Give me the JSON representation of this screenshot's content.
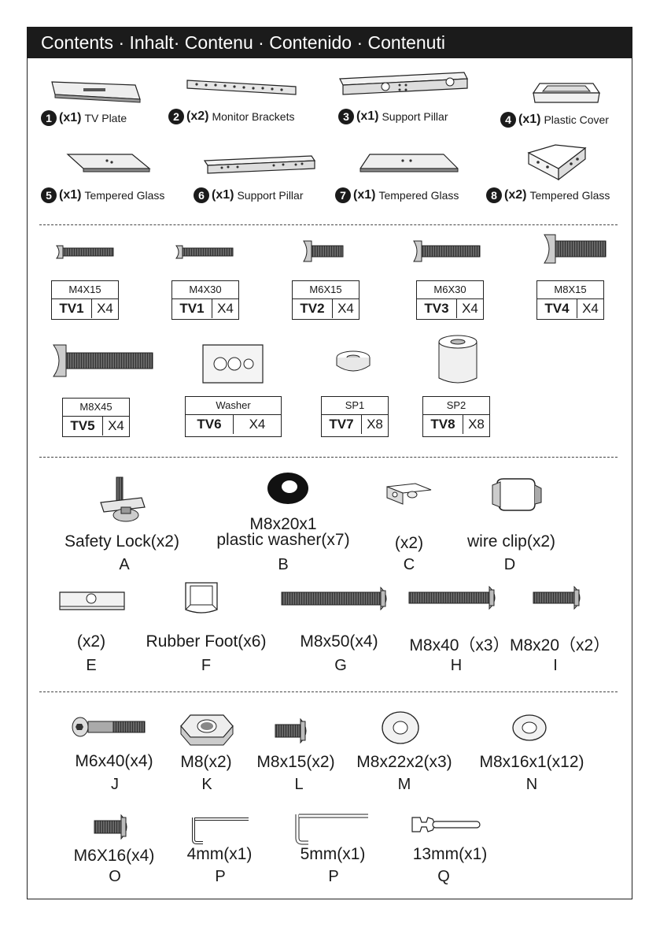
{
  "header": {
    "title": "Contents · Inhalt· Contenu · Contenido · Contenuti"
  },
  "parts": [
    {
      "num": "1",
      "qty": "(x1)",
      "name": "TV Plate",
      "icon": "tv-plate-icon"
    },
    {
      "num": "2",
      "qty": "(x2)",
      "name": "Monitor Brackets",
      "icon": "monitor-bracket-icon"
    },
    {
      "num": "3",
      "qty": "(x1)",
      "name": "Support Pillar",
      "icon": "support-pillar-icon"
    },
    {
      "num": "4",
      "qty": "(x1)",
      "name": "Plastic Cover",
      "icon": "plastic-cover-icon"
    },
    {
      "num": "5",
      "qty": "(x1)",
      "name": "Tempered Glass",
      "icon": "tempered-glass-icon"
    },
    {
      "num": "6",
      "qty": "(x1)",
      "name": "Support Pillar",
      "icon": "support-pillar-icon"
    },
    {
      "num": "7",
      "qty": "(x1)",
      "name": "Tempered Glass",
      "icon": "tempered-glass-icon"
    },
    {
      "num": "8",
      "qty": "(x2)",
      "name": "Tempered Glass",
      "icon": "corner-bracket-icon"
    }
  ],
  "tv_hardware": [
    {
      "spec": "M4X15",
      "code": "TV1",
      "count": "X4"
    },
    {
      "spec": "M4X30",
      "code": "TV1",
      "count": "X4"
    },
    {
      "spec": "M6X15",
      "code": "TV2",
      "count": "X4"
    },
    {
      "spec": "M6X30",
      "code": "TV3",
      "count": "X4"
    },
    {
      "spec": "M8X15",
      "code": "TV4",
      "count": "X4"
    },
    {
      "spec": "M8X45",
      "code": "TV5",
      "count": "X4"
    },
    {
      "spec": "Washer",
      "code": "TV6",
      "count": "X4"
    },
    {
      "spec": "SP1",
      "code": "TV7",
      "count": "X8"
    },
    {
      "spec": "SP2",
      "code": "TV8",
      "count": "X8"
    }
  ],
  "hardware_a": [
    {
      "label": "Safety Lock(x2)",
      "letter": "A",
      "icon": "safety-lock-icon"
    },
    {
      "label_top": "M8x20x1",
      "label": "plastic washer(x7)",
      "letter": "B",
      "icon": "plastic-washer-icon"
    },
    {
      "label": "(x2)",
      "letter": "C",
      "icon": "clamp-icon"
    },
    {
      "label": "wire clip(x2)",
      "letter": "D",
      "icon": "wire-clip-icon"
    }
  ],
  "hardware_e": [
    {
      "label": "(x2)",
      "letter": "E",
      "icon": "plate-icon"
    },
    {
      "label": "Rubber Foot(x6)",
      "letter": "F",
      "icon": "rubber-foot-icon"
    },
    {
      "label": "M8x50(x4)",
      "letter": "G",
      "icon": "bolt-icon"
    },
    {
      "label": "M8x40（x3）",
      "letter": "H",
      "icon": "bolt-icon"
    },
    {
      "label": "M8x20（x2）",
      "letter": "I",
      "icon": "bolt-icon"
    }
  ],
  "hardware_j": [
    {
      "label": "M6x40(x4)",
      "letter": "J",
      "icon": "hex-bolt-icon"
    },
    {
      "label": "M8(x2)",
      "letter": "K",
      "icon": "hex-nut-icon"
    },
    {
      "label": "M8x15(x2)",
      "letter": "L",
      "icon": "bolt-icon"
    },
    {
      "label": "M8x22x2(x3)",
      "letter": "M",
      "icon": "washer-icon"
    },
    {
      "label": "M8x16x1(x12)",
      "letter": "N",
      "icon": "washer-icon"
    }
  ],
  "tools": [
    {
      "label": "M6X16(x4)",
      "letter": "O",
      "icon": "bolt-icon"
    },
    {
      "label": "4mm(x1)",
      "letter": "P",
      "icon": "allen-key-icon"
    },
    {
      "label": "5mm(x1)",
      "letter": "P",
      "icon": "allen-key-icon"
    },
    {
      "label": "13mm(x1)",
      "letter": "Q",
      "icon": "wrench-icon"
    }
  ]
}
